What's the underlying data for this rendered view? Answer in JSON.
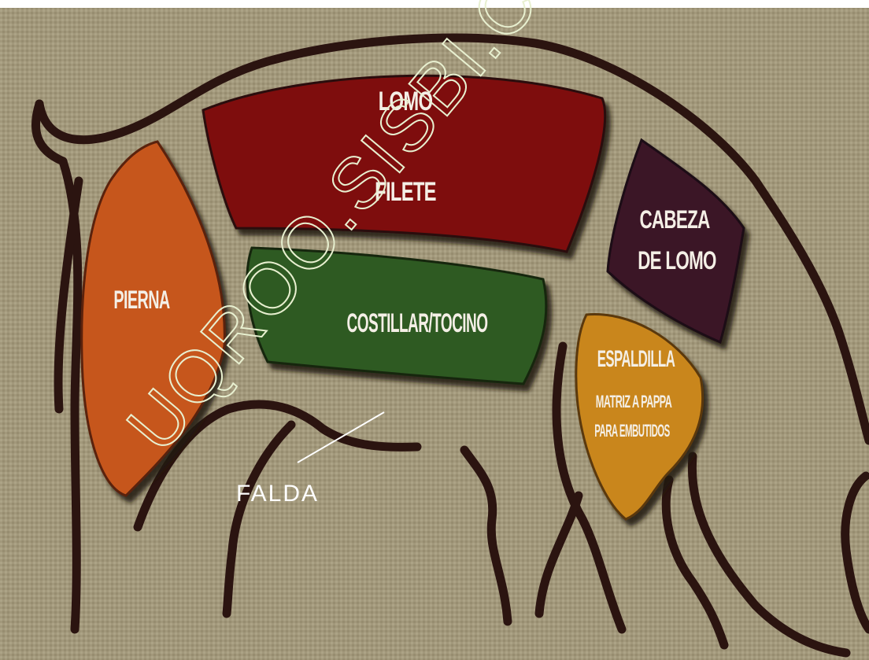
{
  "cuts": {
    "lomo": {
      "line1": "LOMO",
      "line2": "FILETE",
      "color": "#7e0d10"
    },
    "cabeza": {
      "line1": "CABEZA",
      "line2": "DE LOMO",
      "color": "#3a1228"
    },
    "pierna": {
      "label": "PIERNA",
      "color": "#c6571b"
    },
    "costillar": {
      "label": "COSTILLAR/TOCINO",
      "color": "#2f5a23"
    },
    "espaldilla": {
      "line1": "ESPALDILLA",
      "line2": "MATRIZ A PAPPA",
      "line3": "PARA EMBUTIDOS",
      "color": "#c9861d"
    }
  },
  "falda": {
    "label": "FALDA"
  },
  "watermark": {
    "text": "UQROO.SISBI.CL"
  },
  "colors": {
    "background": "#a2987b",
    "outline": "#2b1410"
  }
}
